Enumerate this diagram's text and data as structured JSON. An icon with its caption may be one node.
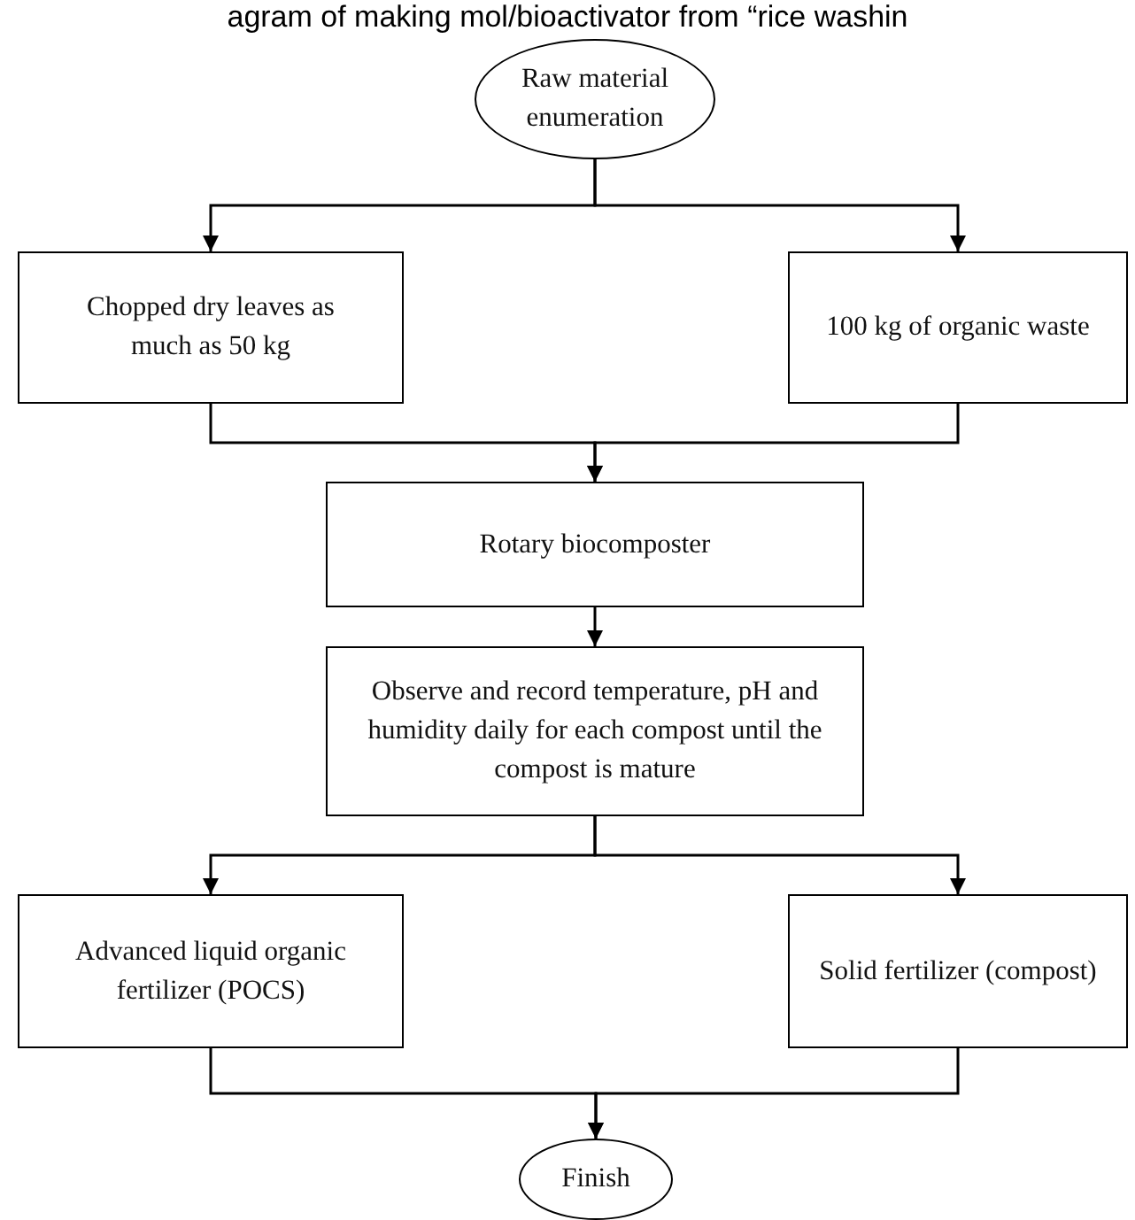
{
  "diagram": {
    "title": "agram of making mol/bioactivator from “rice washin",
    "nodes": [
      {
        "text": [
          "Raw material enumeration"
        ]
      },
      {
        "text": [
          "Chopped dry leaves as much as 50 kg"
        ]
      },
      {
        "text": [
          "100 kg of organic waste"
        ]
      },
      {
        "text": [
          "Rotary biocomposter"
        ]
      },
      {
        "text": [
          "Observe and record temperature, pH and humidity daily for each compost until the compost is mature"
        ]
      },
      {
        "text": [
          "Advanced liquid organic fertilizer (POCS)"
        ]
      },
      {
        "text": [
          "Solid fertilizer (compost)"
        ]
      },
      {
        "text": [
          "Finish"
        ]
      }
    ],
    "edges": [
      {
        "from": 0,
        "to": 1,
        "arrow": "to"
      },
      {
        "from": 0,
        "to": 2,
        "arrow": "to"
      },
      {
        "from": 1,
        "to": 3,
        "arrow": "to"
      },
      {
        "from": 2,
        "to": 3,
        "arrow": "to"
      },
      {
        "from": 3,
        "to": 4,
        "arrow": "to"
      },
      {
        "from": 4,
        "to": 5,
        "arrow": "to"
      },
      {
        "from": 4,
        "to": 6,
        "arrow": "to"
      },
      {
        "from": 5,
        "to": 7,
        "arrow": "to"
      },
      {
        "from": 6,
        "to": 7,
        "arrow": "to"
      }
    ]
  }
}
